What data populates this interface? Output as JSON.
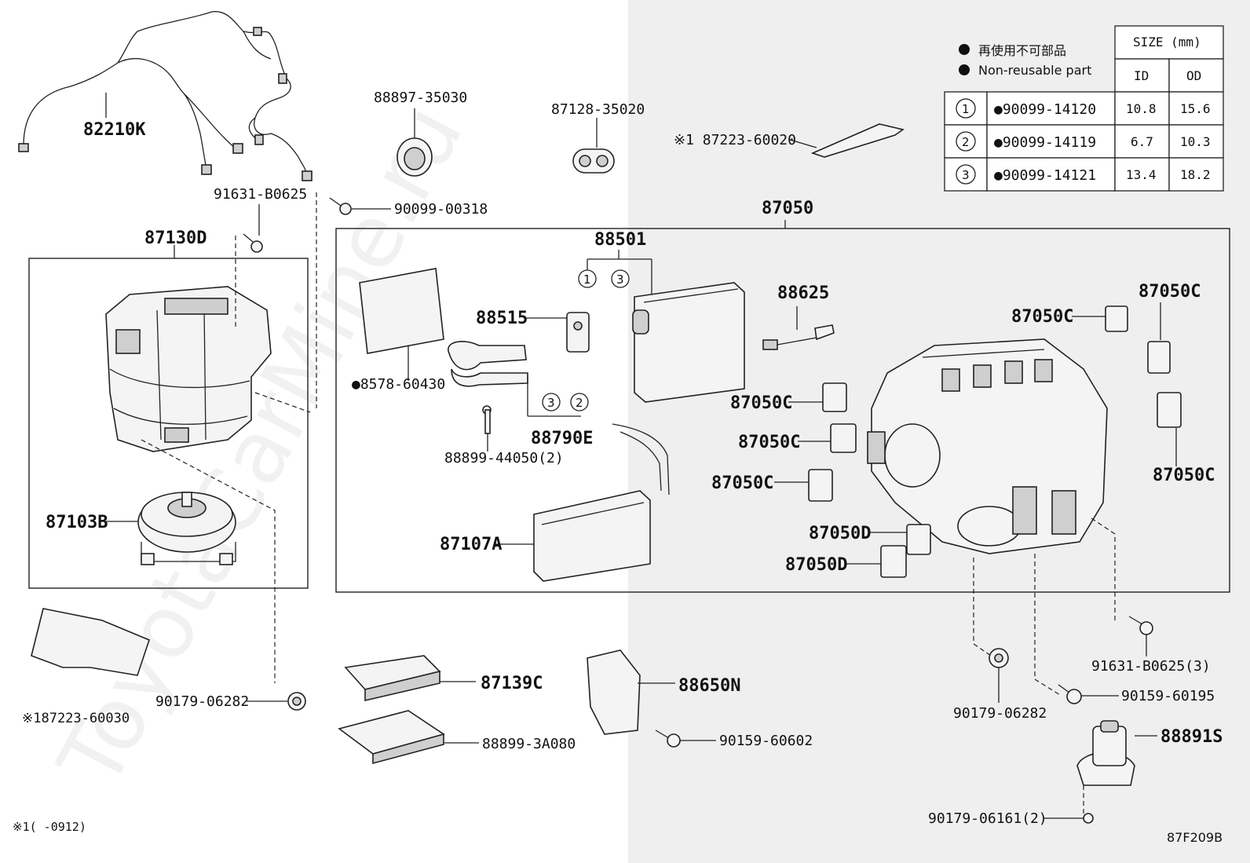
{
  "watermark": "ToyotaCarMine.ru",
  "legend": {
    "line_jp": "再使用不可部品",
    "line_en": "Non-reusable part"
  },
  "size_table": {
    "title": "SIZE (mm)",
    "col_id": "ID",
    "col_od": "OD",
    "rows": [
      {
        "ref": "1",
        "part": "●90099-14120",
        "id": "10.8",
        "od": "15.6"
      },
      {
        "ref": "2",
        "part": "●90099-14119",
        "id": "6.7",
        "od": "10.3"
      },
      {
        "ref": "3",
        "part": "●90099-14121",
        "id": "13.4",
        "od": "18.2"
      }
    ]
  },
  "labels": {
    "p82210K": "82210K",
    "p91631_B0625": "91631-B0625",
    "p90099_00318": "90099-00318",
    "p88897_35030": "88897-35030",
    "p87128_35020": "87128-35020",
    "p87223_60020": "※1 87223-60020",
    "p87050": "87050",
    "p87130D": "87130D",
    "p88501": "88501",
    "p88515": "88515",
    "p88625": "88625",
    "p87050C_a": "87050C",
    "p87050C_b": "87050C",
    "p87050C_c": "87050C",
    "p87050C_d": "87050C",
    "p87050C_e": "87050C",
    "p87050C_f": "87050C",
    "p87050D_a": "87050D",
    "p87050D_b": "87050D",
    "p8578_60430": "●8578-60430",
    "p88790E": "88790E",
    "p88899_44050": "88899-44050(2)",
    "p87103B": "87103B",
    "p87107A": "87107A",
    "p91631_B0625_3": "91631-B0625(3)",
    "p90159_60195": "90159-60195",
    "p90179_06282_a": "90179-06282",
    "p90179_06282_b": "90179-06282",
    "p87223_60030": "※187223-60030",
    "p87139C": "87139C",
    "p88899_3A080": "88899-3A080",
    "p88650N": "88650N",
    "p90159_60602": "90159-60602",
    "p88891S": "88891S",
    "p90179_06161": "90179-06161(2)"
  },
  "callouts": {
    "c1": "1",
    "c3": "3",
    "c3b": "3",
    "c2": "2"
  },
  "footnote": "※1(      -0912)",
  "diagram_code": "87F209B"
}
